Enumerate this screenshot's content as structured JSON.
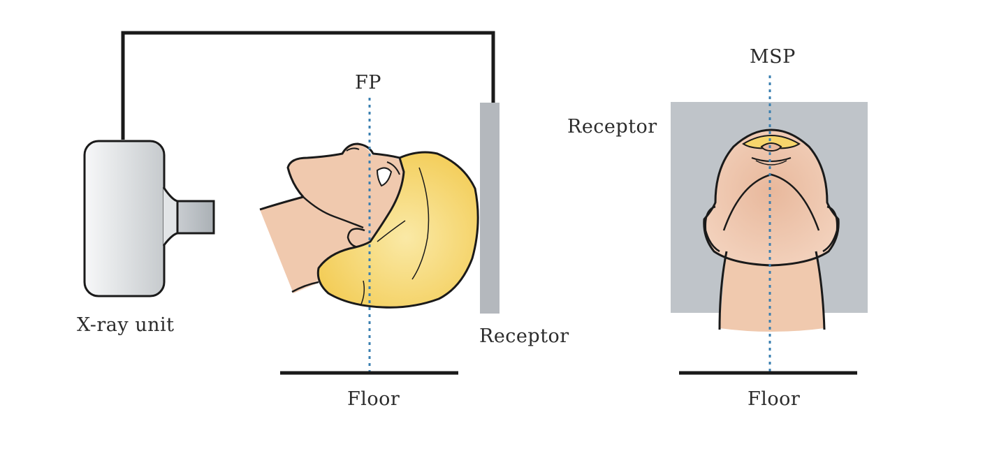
{
  "labels": {
    "xray_unit": "X-ray unit",
    "frontal_plane": "FP",
    "receptor_side": "Receptor",
    "floor_side": "Floor",
    "midsagittal_plane": "MSP",
    "receptor_front": "Receptor",
    "floor_front": "Floor"
  },
  "colors": {
    "outline": "#1a1a1a",
    "skin": "#f0c9ae",
    "hair": "#f6d56c",
    "receptor": "#b4b8bd",
    "receptor_panel": "#bfc4c9",
    "plane_line": "#3a7fb0",
    "tube_housing": "#e8eaec"
  }
}
